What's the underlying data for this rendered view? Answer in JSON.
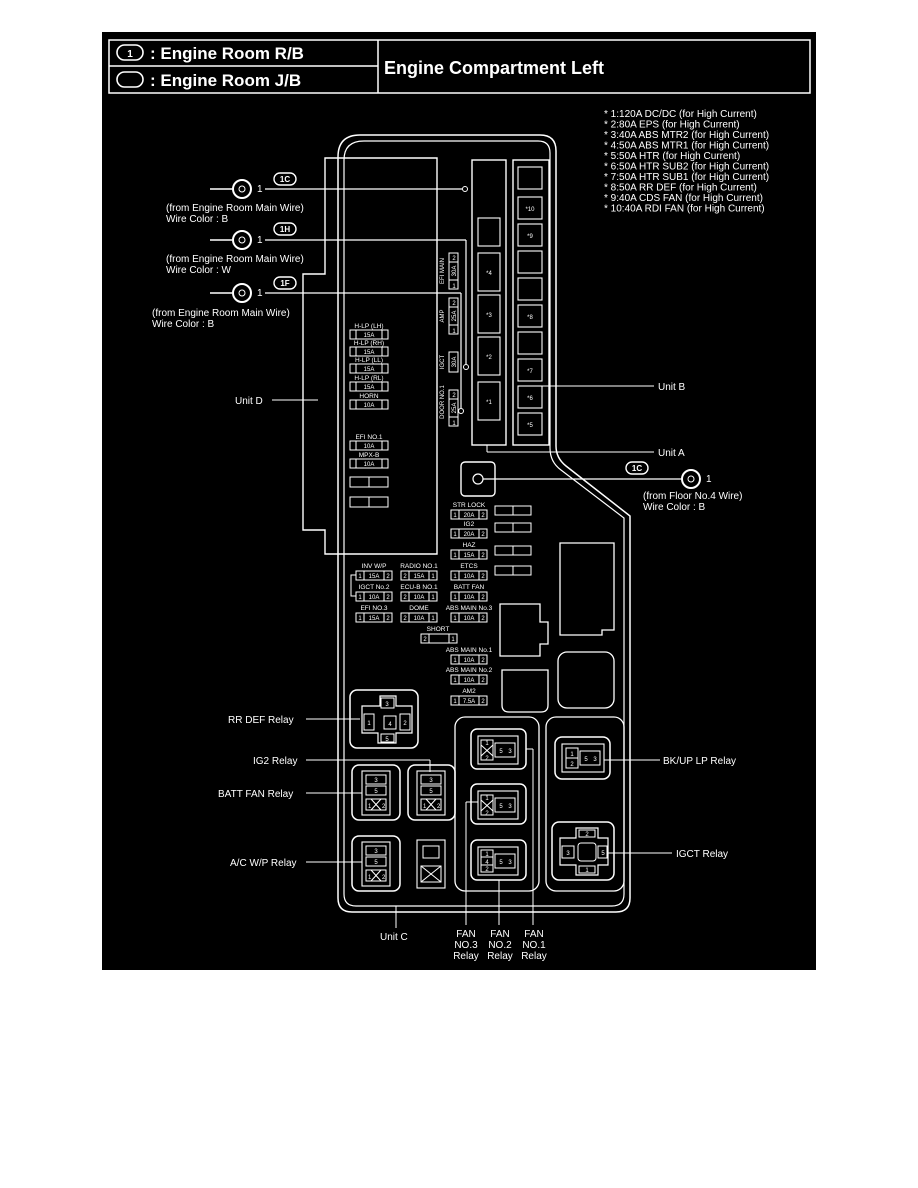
{
  "header": {
    "legend_relay_badge": "1",
    "legend_relay_text": ": Engine Room R/B",
    "legend_junction_text": ": Engine Room J/B",
    "title": "Engine Compartment Left"
  },
  "notes": [
    "* 1:120A DC/DC (for High Current)",
    "* 2:80A EPS (for High Current)",
    "* 3:40A ABS MTR2 (for High Current)",
    "* 4:50A ABS MTR1 (for High Current)",
    "* 5:50A HTR (for High Current)",
    "* 6:50A HTR SUB2 (for High Current)",
    "* 7:50A HTR SUB1 (for High Current)",
    "* 8:50A RR DEF (for High Current)",
    "* 9:40A CDS FAN (for High Current)",
    "* 10:40A RDI FAN (for High Current)"
  ],
  "wires": [
    {
      "badge": "1C",
      "pin": "1",
      "from": "(from Engine Room Main Wire)",
      "color": "Wire Color : B"
    },
    {
      "badge": "1H",
      "pin": "1",
      "from": "(from Engine Room Main Wire)",
      "color": "Wire Color : W"
    },
    {
      "badge": "1F",
      "pin": "1",
      "from": "(from Engine Room Main Wire)",
      "color": "Wire Color : B"
    },
    {
      "badge": "1C",
      "pin": "1",
      "from": "(from Floor No.4 Wire)",
      "color": "Wire Color : B"
    }
  ],
  "units": {
    "unit_a": "Unit A",
    "unit_b": "Unit B",
    "unit_c": "Unit C",
    "unit_d": "Unit D"
  },
  "unit_d_fuses": [
    {
      "name": "H-LP (LH)",
      "amp": "15A"
    },
    {
      "name": "H-LP (RH)",
      "amp": "15A"
    },
    {
      "name": "H-LP (LL)",
      "amp": "15A"
    },
    {
      "name": "H-LP (RL)",
      "amp": "15A"
    },
    {
      "name": "HORN",
      "amp": "10A"
    },
    {
      "name": "EFI NO.1",
      "amp": "10A"
    },
    {
      "name": "MPX-B",
      "amp": "10A"
    }
  ],
  "vertical_fuses": [
    {
      "name": "EFI MAIN",
      "amp": "30A"
    },
    {
      "name": "AMP",
      "amp": "25A"
    },
    {
      "name": "IGCT",
      "amp": "30A"
    },
    {
      "name": "DOOR NO.1",
      "amp": "25A"
    }
  ],
  "unit_a_cells": [
    "*4",
    "*3",
    "*2",
    "*1"
  ],
  "unit_b_cells": [
    "*10",
    "*9",
    "*8",
    "*7",
    "*6",
    "*5"
  ],
  "center_fuses": [
    {
      "name": "STR LOCK",
      "amp": "20A"
    },
    {
      "name": "IG2",
      "amp": "20A"
    },
    {
      "name": "HAZ",
      "amp": "15A"
    },
    {
      "name": "ETCS",
      "amp": "10A"
    },
    {
      "name": "BATT FAN",
      "amp": "10A"
    },
    {
      "name": "ABS MAIN No.3",
      "amp": "10A"
    },
    {
      "name": "ABS MAIN No.1",
      "amp": "10A"
    },
    {
      "name": "ABS MAIN No.2",
      "amp": "10A"
    },
    {
      "name": "AM2",
      "amp": "7.5A"
    }
  ],
  "left_fuses": [
    {
      "name": "INV W/P",
      "amp": "15A"
    },
    {
      "name": "RADIO NO.1",
      "amp": "15A"
    },
    {
      "name": "IGCT No.2",
      "amp": "10A"
    },
    {
      "name": "ECU-B NO.1",
      "amp": "10A"
    },
    {
      "name": "EFI NO.3",
      "amp": "15A"
    },
    {
      "name": "DOME",
      "amp": "10A"
    }
  ],
  "short_label": "SHORT",
  "pins": {
    "one": "1",
    "two": "2",
    "three": "3",
    "four": "4",
    "five": "5"
  },
  "relays": {
    "rr_def": "RR DEF Relay",
    "ig2": "IG2 Relay",
    "batt_fan": "BATT FAN Relay",
    "ac_wp": "A/C W/P Relay",
    "bkup_lp": "BK/UP LP Relay",
    "igct": "IGCT Relay"
  },
  "fan_relays": [
    [
      "FAN",
      "NO.3",
      "Relay"
    ],
    [
      "FAN",
      "NO.2",
      "Relay"
    ],
    [
      "FAN",
      "NO.1",
      "Relay"
    ]
  ]
}
